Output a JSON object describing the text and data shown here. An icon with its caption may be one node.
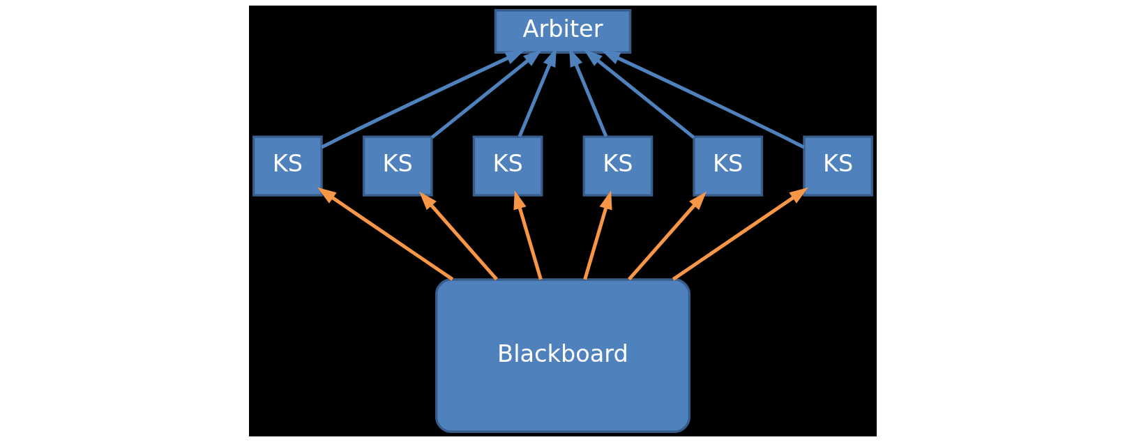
{
  "diagram": {
    "nodes": [
      {
        "text": [
          "Arbiter"
        ]
      },
      {
        "text": [
          "KS"
        ]
      },
      {
        "text": [
          "KS"
        ]
      },
      {
        "text": [
          "Blackboard"
        ]
      },
      {
        "text": [
          "KS"
        ]
      },
      {
        "text": [
          "KS"
        ]
      },
      {
        "text": [
          "KS"
        ]
      },
      {
        "text": [
          "KS"
        ]
      }
    ],
    "edges": [
      {
        "from": 1,
        "to": 0,
        "arrow": "to",
        "color": "#4f81bd"
      },
      {
        "from": 4,
        "to": 0,
        "arrow": "to",
        "color": "#4f81bd"
      },
      {
        "from": 6,
        "to": 0,
        "arrow": "to",
        "color": "#4f81bd"
      },
      {
        "from": 2,
        "to": 0,
        "arrow": "to",
        "color": "#4f81bd"
      },
      {
        "from": 5,
        "to": 0,
        "arrow": "to",
        "color": "#4f81bd"
      },
      {
        "from": 7,
        "to": 0,
        "arrow": "to",
        "color": "#4f81bd"
      },
      {
        "from": 3,
        "to": 1,
        "arrow": "to",
        "color": "#f79646"
      },
      {
        "from": 3,
        "to": 4,
        "arrow": "to",
        "color": "#f79646"
      },
      {
        "from": 3,
        "to": 6,
        "arrow": "to",
        "color": "#f79646"
      },
      {
        "from": 3,
        "to": 2,
        "arrow": "to",
        "color": "#f79646"
      },
      {
        "from": 3,
        "to": 5,
        "arrow": "to",
        "color": "#f79646"
      },
      {
        "from": 3,
        "to": 7,
        "arrow": "to",
        "color": "#f79646"
      }
    ]
  }
}
